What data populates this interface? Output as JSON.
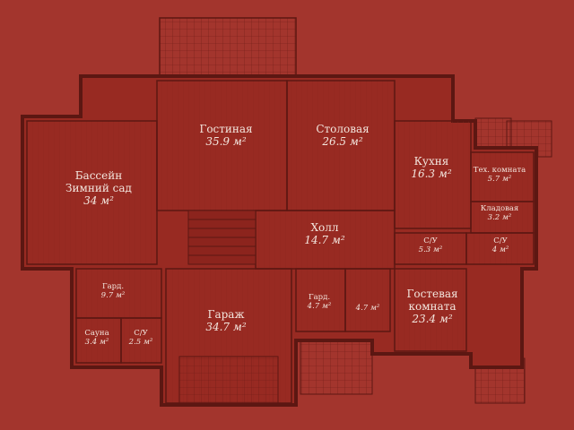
{
  "colors": {
    "background": "#a3352d",
    "room": "#982a22",
    "wall": "#5c1712",
    "text": "#f3e6de"
  },
  "rooms": [
    {
      "name": "Бассейн Зимний сад",
      "line1": "Бассейн",
      "line2": "Зимний сад",
      "area": "34 м²"
    },
    {
      "name": "Гостиная",
      "area": "35.9 м²"
    },
    {
      "name": "Столовая",
      "area": "26.5 м²"
    },
    {
      "name": "Кухня",
      "area": "16.3 м²"
    },
    {
      "name": "Тех. комната",
      "area": "5.7 м²"
    },
    {
      "name": "Кладовая",
      "area": "3.2 м²"
    },
    {
      "name": "Холл",
      "area": "14.7 м²"
    },
    {
      "name": "С/У",
      "area": "5.3 м²"
    },
    {
      "name": "С/У",
      "area": "4 м²"
    },
    {
      "name": "Гард.",
      "area": "9.7 м²"
    },
    {
      "name": "Сауна",
      "area": "3.4 м²"
    },
    {
      "name": "С/У",
      "area": "2.5 м²"
    },
    {
      "name": "Гараж",
      "area": "34.7 м²"
    },
    {
      "name": "Гард.",
      "area": "4.7 м²"
    },
    {
      "name": "",
      "area": "4.7 м²"
    },
    {
      "name": "Гостевая комната",
      "line1": "Гостевая",
      "line2": "комната",
      "area": "23.4 м²"
    }
  ]
}
